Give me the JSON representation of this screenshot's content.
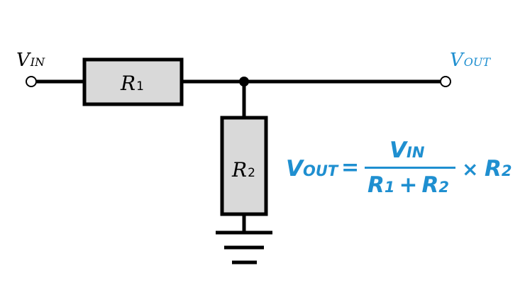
{
  "colors": {
    "wire": "#000000",
    "resistor_fill": "#d9d9d9",
    "accent": "#1f8fd0"
  },
  "icons": {
    "input_terminal": "open-circle-terminal",
    "output_terminal": "open-circle-terminal",
    "junction": "junction-dot",
    "ground": "ground-symbol"
  },
  "labels": {
    "vin": {
      "main": "V",
      "sub": "IN"
    },
    "vout": {
      "main": "V",
      "sub": "OUT"
    },
    "r1": {
      "main": "R",
      "sub": "1"
    },
    "r2": {
      "main": "R",
      "sub": "2"
    }
  },
  "formula": {
    "lhs": {
      "main": "V",
      "sub": "OUT"
    },
    "equals": "=",
    "numerator": {
      "main": "V",
      "sub": "IN"
    },
    "denominator": {
      "a": {
        "main": "R",
        "sub": "1"
      },
      "plus": "+",
      "b": {
        "main": "R",
        "sub": "2"
      }
    },
    "times": "×",
    "rhs": {
      "main": "R",
      "sub": "2"
    }
  }
}
